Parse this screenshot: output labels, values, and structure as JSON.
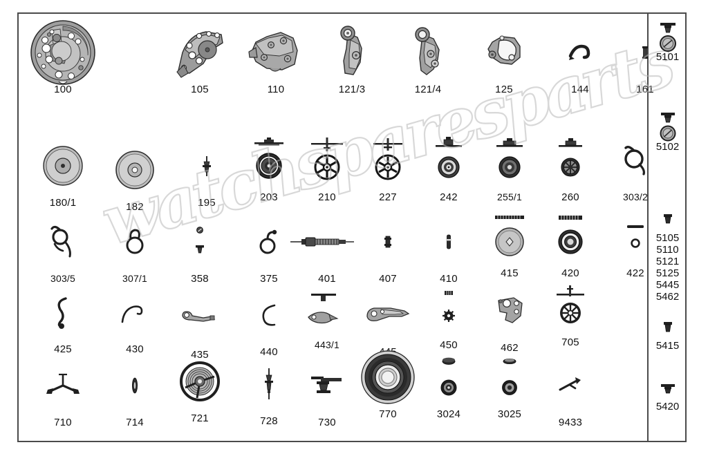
{
  "document": {
    "type": "watch-movement-parts-diagram",
    "watermark_text": "watchsparesparts",
    "border_color": "#4a4a4a",
    "ink_color": "#111111",
    "metal_light": "#d0d0d0",
    "metal_mid": "#a8a8a8",
    "metal_dark": "#6e6e6e",
    "metal_outline": "#3a3a3a"
  },
  "grid": {
    "rows": [
      {
        "row": 1,
        "parts": [
          {
            "ref": "100",
            "icon": "main-plate-icon"
          },
          {
            "ref": "105",
            "icon": "train-wheel-bridge-icon"
          },
          {
            "ref": "110",
            "icon": "barrel-bridge-icon"
          },
          {
            "ref": "121/3",
            "icon": "balance-cock-icon"
          },
          {
            "ref": "121/4",
            "icon": "balance-cock-alt-icon"
          },
          {
            "ref": "125",
            "icon": "pallet-bridge-icon"
          },
          {
            "ref": "144",
            "icon": "hook-spring-icon"
          },
          {
            "ref": "161",
            "icon": "small-post-icon"
          }
        ]
      },
      {
        "row": 2,
        "parts": [
          {
            "ref": "180/1",
            "icon": "rotor-disc-icon"
          },
          {
            "ref": "182",
            "icon": "rotor-disc-plain-icon"
          },
          {
            "ref": "195",
            "icon": "small-arbor-icon"
          },
          {
            "ref": "203",
            "icon": "great-wheel-icon"
          },
          {
            "ref": "210",
            "icon": "centre-wheel-icon"
          },
          {
            "ref": "227",
            "icon": "third-wheel-icon"
          },
          {
            "ref": "242",
            "icon": "second-wheel-icon"
          },
          {
            "ref": "255/1",
            "icon": "seconds-pinion-icon"
          },
          {
            "ref": "260",
            "icon": "escape-wheel-icon"
          },
          {
            "ref": "303/2",
            "icon": "mainspring-icon"
          }
        ]
      },
      {
        "row": 3,
        "parts": [
          {
            "ref": "303/5",
            "icon": "mainspring-coil-icon"
          },
          {
            "ref": "307/1",
            "icon": "spring-ring-icon"
          },
          {
            "ref": "358",
            "icon": "tiny-screw-pair-icon"
          },
          {
            "ref": "375",
            "icon": "clutch-spring-icon"
          },
          {
            "ref": "401",
            "icon": "winding-stem-icon"
          },
          {
            "ref": "407",
            "icon": "sliding-pinion-icon"
          },
          {
            "ref": "410",
            "icon": "winding-pinion-icon"
          },
          {
            "ref": "415",
            "icon": "crown-wheel-icon"
          },
          {
            "ref": "420",
            "icon": "ratchet-wheel-icon"
          },
          {
            "ref": "422",
            "icon": "click-washer-icon"
          }
        ]
      },
      {
        "row": 4,
        "parts": [
          {
            "ref": "425",
            "icon": "click-spring-icon"
          },
          {
            "ref": "430",
            "icon": "yoke-spring-icon"
          },
          {
            "ref": "435",
            "icon": "setting-lever-icon"
          },
          {
            "ref": "440",
            "icon": "setting-lever-spring-icon"
          },
          {
            "ref": "443/1",
            "icon": "yoke-icon"
          },
          {
            "ref": "445",
            "icon": "setting-lever-jumper-icon"
          },
          {
            "ref": "450",
            "icon": "minute-wheel-pair-icon"
          },
          {
            "ref": "462",
            "icon": "intermediate-wheel-icon"
          },
          {
            "ref": "705",
            "icon": "date-driving-wheel-icon"
          }
        ]
      },
      {
        "row": 5,
        "parts": [
          {
            "ref": "710",
            "icon": "date-jumper-icon"
          },
          {
            "ref": "714",
            "icon": "date-spring-icon"
          },
          {
            "ref": "721",
            "icon": "balance-complete-icon"
          },
          {
            "ref": "728",
            "icon": "balance-staff-icon"
          },
          {
            "ref": "730",
            "icon": "pallet-fork-icon"
          },
          {
            "ref": "770",
            "icon": "oscillating-weight-icon"
          },
          {
            "ref": "3024",
            "icon": "reversing-wheel-icon"
          },
          {
            "ref": "3025",
            "icon": "reduction-wheel-icon"
          },
          {
            "ref": "9433",
            "icon": "setting-wheel-icon"
          }
        ]
      }
    ]
  },
  "sidebar": {
    "groups": [
      {
        "icon": "screw-large-icon",
        "labels": [
          "5101"
        ]
      },
      {
        "icon": "screw-large-icon",
        "labels": [
          "5102"
        ]
      },
      {
        "icon": "screw-small-icon",
        "labels": [
          "5105",
          "5110",
          "5121",
          "5125",
          "5445",
          "5462"
        ]
      },
      {
        "icon": "screw-small-icon",
        "labels": [
          "5415"
        ]
      },
      {
        "icon": "screw-flat-icon",
        "labels": [
          "5420"
        ]
      }
    ]
  }
}
